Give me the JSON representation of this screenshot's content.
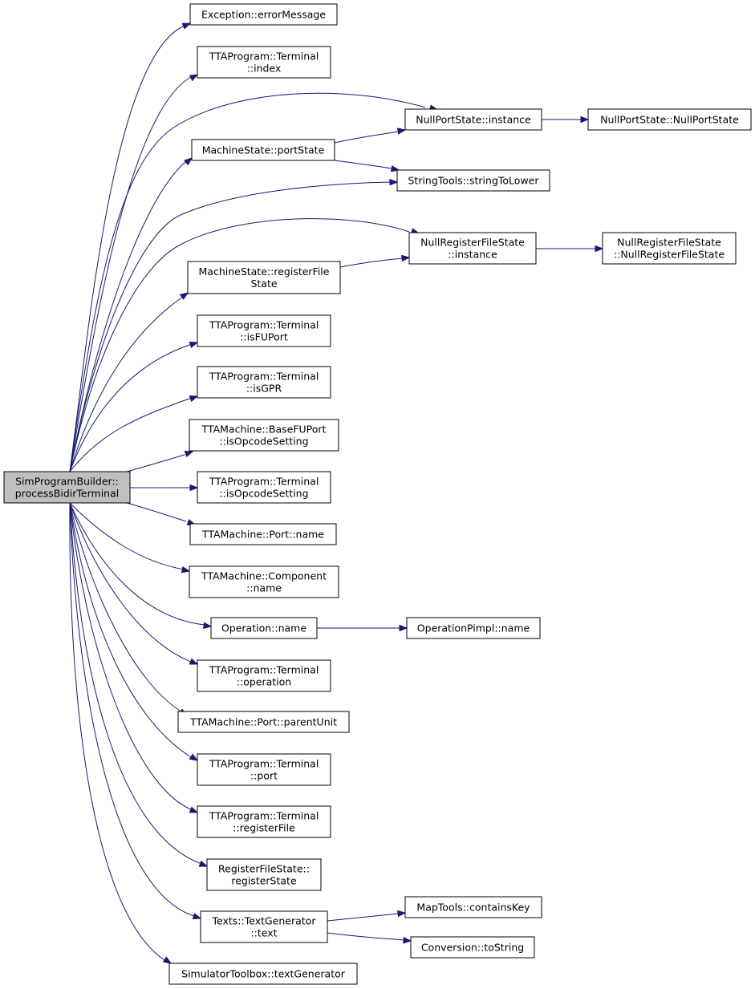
{
  "edge_color": "#191970",
  "root_fill": "#bfbfbf",
  "nodes": {
    "root": [
      "SimProgramBuilder::",
      "processBidirTerminal"
    ],
    "exception_errormessage": [
      "Exception::errorMessage"
    ],
    "terminal_index": [
      "TTAProgram::Terminal",
      "::index"
    ],
    "nullportstate_instance": [
      "NullPortState::instance"
    ],
    "nullportstate_ctor": [
      "NullPortState::NullPortState"
    ],
    "machinestate_portstate": [
      "MachineState::portState"
    ],
    "stringtools_tolower": [
      "StringTools::stringToLower"
    ],
    "nullrf_instance": [
      "NullRegisterFileState",
      "::instance"
    ],
    "nullrf_ctor": [
      "NullRegisterFileState",
      "::NullRegisterFileState"
    ],
    "machinestate_registerfile": [
      "MachineState::registerFile",
      "State"
    ],
    "terminal_isfuport": [
      "TTAProgram::Terminal",
      "::isFUPort"
    ],
    "terminal_isgpr": [
      "TTAProgram::Terminal",
      "::isGPR"
    ],
    "basefuport_isopcodesetting": [
      "TTAMachine::BaseFUPort",
      "::isOpcodeSetting"
    ],
    "terminal_isopcodesetting": [
      "TTAProgram::Terminal",
      "::isOpcodeSetting"
    ],
    "port_name": [
      "TTAMachine::Port::name"
    ],
    "component_name": [
      "TTAMachine::Component",
      "::name"
    ],
    "operation_name": [
      "Operation::name"
    ],
    "operationpimpl_name": [
      "OperationPimpl::name"
    ],
    "terminal_operation": [
      "TTAProgram::Terminal",
      "::operation"
    ],
    "port_parentunit": [
      "TTAMachine::Port::parentUnit"
    ],
    "terminal_port": [
      "TTAProgram::Terminal",
      "::port"
    ],
    "terminal_registerfile": [
      "TTAProgram::Terminal",
      "::registerFile"
    ],
    "registerfilestate_registerstate": [
      "RegisterFileState::",
      "registerState"
    ],
    "textgenerator_text": [
      "Texts::TextGenerator",
      "::text"
    ],
    "maptools_containskey": [
      "MapTools::containsKey"
    ],
    "conversion_tostring": [
      "Conversion::toString"
    ],
    "simulatortoolbox_textgenerator": [
      "SimulatorToolbox::textGenerator"
    ]
  }
}
